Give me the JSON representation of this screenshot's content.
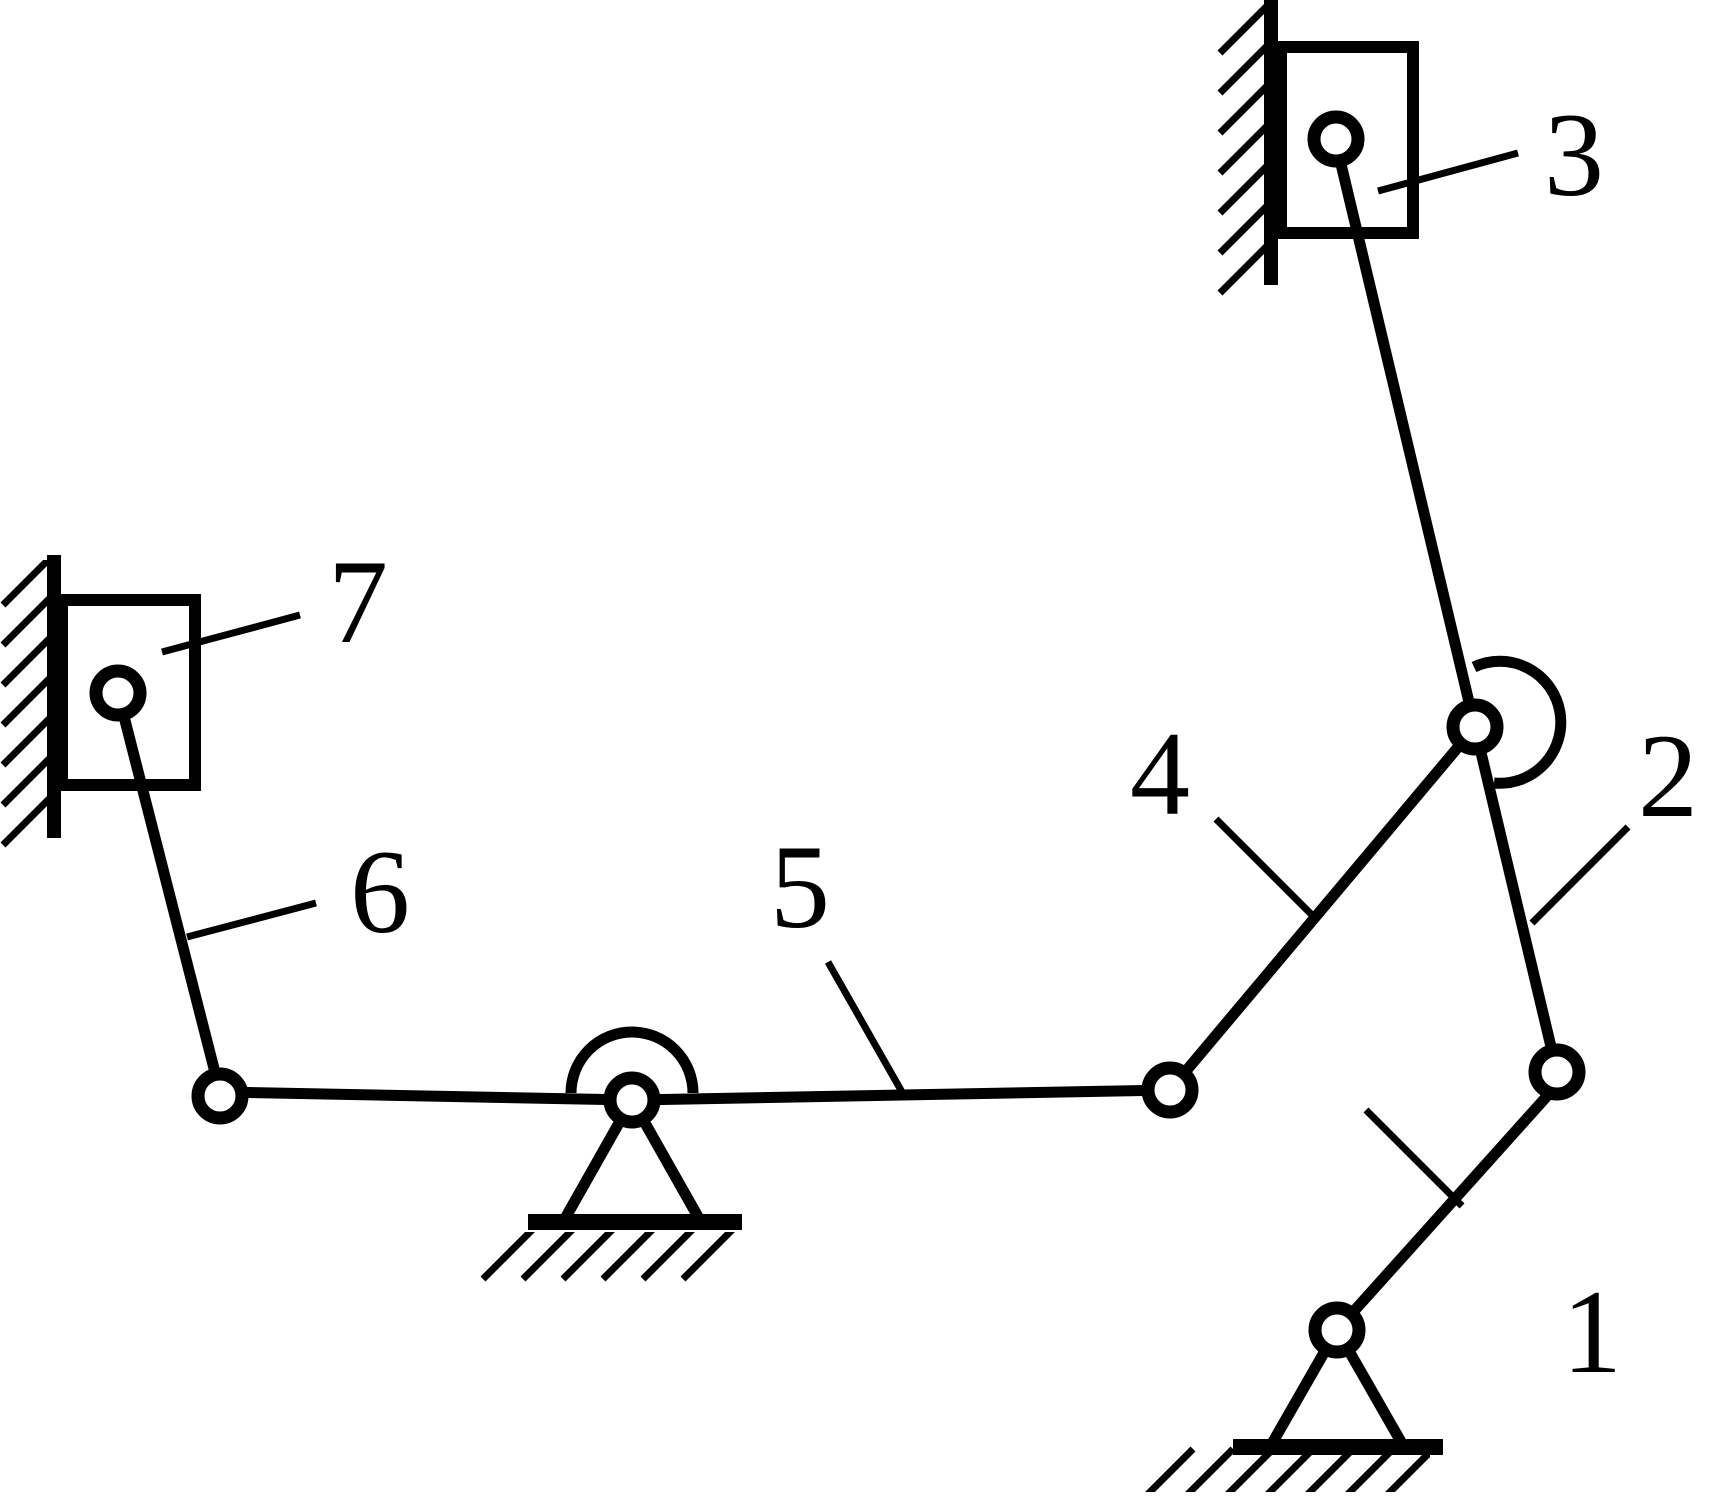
{
  "colors": {
    "ink": "#000000",
    "background": "#ffffff"
  },
  "labels": {
    "link1": "1",
    "link2": "2",
    "link3": "3",
    "link4": "4",
    "link5": "5",
    "link6": "6",
    "link7": "7"
  }
}
